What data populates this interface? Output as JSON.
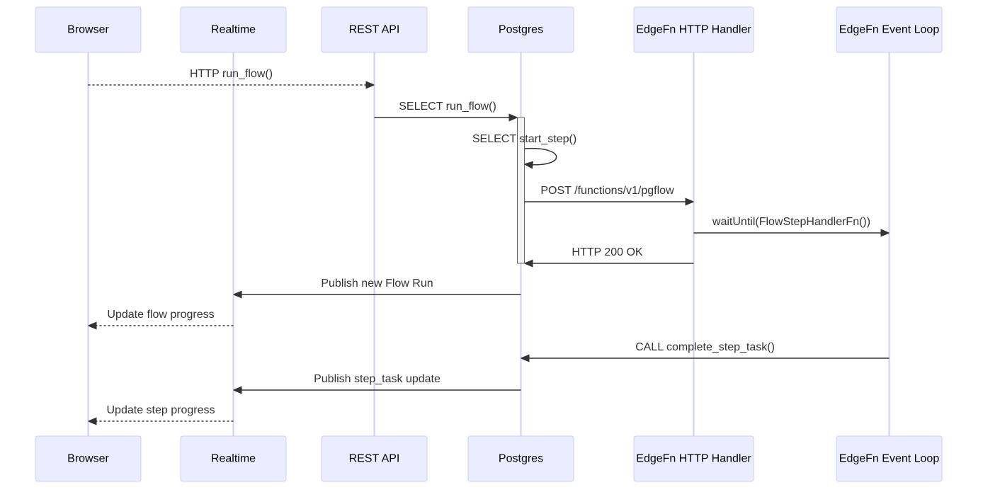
{
  "diagram": {
    "type": "sequence",
    "colors": {
      "actor_fill": "#ECECFF",
      "actor_border": "#CCCCFF",
      "lifeline": "#CCCCFF",
      "message_line": "#333333",
      "activation_fill": "#F4F4F4"
    },
    "participants": [
      {
        "id": "browser",
        "label": "Browser"
      },
      {
        "id": "realtime",
        "label": "Realtime"
      },
      {
        "id": "rest",
        "label": "REST API"
      },
      {
        "id": "pg",
        "label": "Postgres"
      },
      {
        "id": "edge_http",
        "label": "EdgeFn HTTP Handler"
      },
      {
        "id": "edge_loop",
        "label": "EdgeFn Event Loop"
      }
    ],
    "messages": [
      {
        "from": "browser",
        "to": "rest",
        "label": "HTTP run_flow()",
        "style": "dotted"
      },
      {
        "from": "rest",
        "to": "pg",
        "label": "SELECT run_flow()",
        "style": "solid"
      },
      {
        "from": "pg",
        "to": "pg",
        "label": "SELECT start_step()",
        "style": "solid"
      },
      {
        "from": "pg",
        "to": "edge_http",
        "label": "POST /functions/v1/pgflow",
        "style": "solid"
      },
      {
        "from": "edge_http",
        "to": "edge_loop",
        "label": "waitUntil(FlowStepHandlerFn())",
        "style": "solid"
      },
      {
        "from": "edge_http",
        "to": "pg",
        "label": "HTTP 200 OK",
        "style": "solid"
      },
      {
        "from": "pg",
        "to": "realtime",
        "label": "Publish new Flow Run",
        "style": "solid"
      },
      {
        "from": "realtime",
        "to": "browser",
        "label": "Update flow progress",
        "style": "dotted"
      },
      {
        "from": "edge_loop",
        "to": "pg",
        "label": "CALL complete_step_task()",
        "style": "solid"
      },
      {
        "from": "pg",
        "to": "realtime",
        "label": "Publish step_task update",
        "style": "solid"
      },
      {
        "from": "realtime",
        "to": "browser",
        "label": "Update step progress",
        "style": "dotted"
      }
    ],
    "activations": [
      {
        "participant": "pg",
        "from_message": 1,
        "to_message": 5
      }
    ]
  }
}
